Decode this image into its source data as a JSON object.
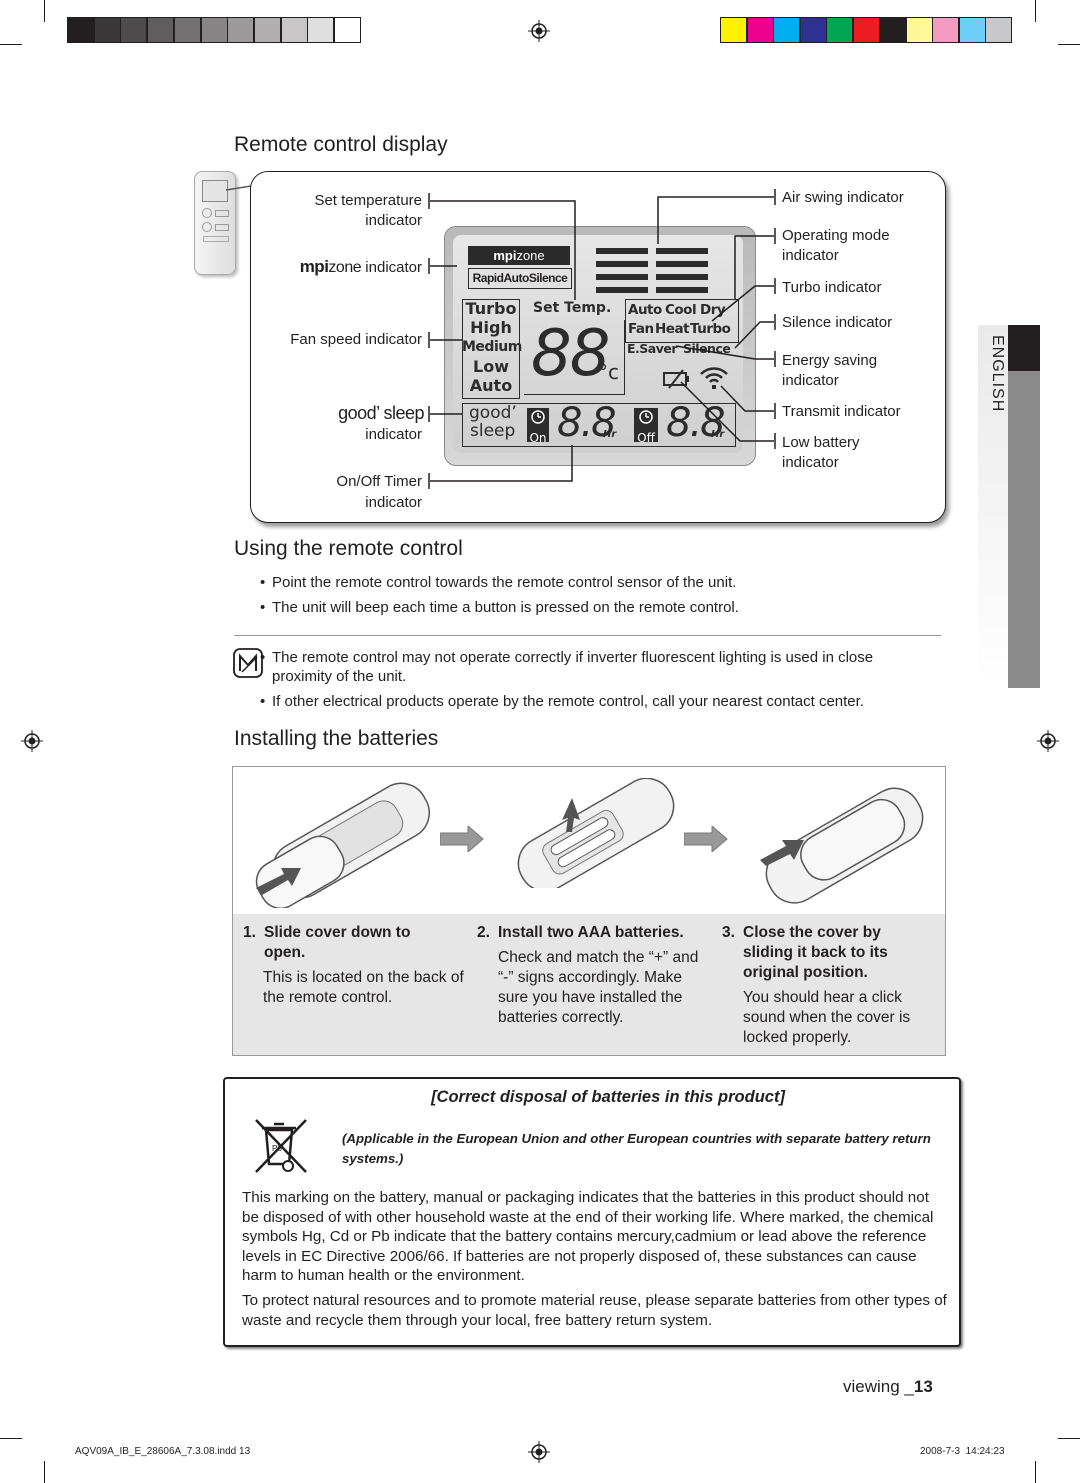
{
  "sections": {
    "display_title": "Remote control display",
    "using_title": "Using the remote control",
    "batteries_title": "Installing the batteries"
  },
  "display_labels": {
    "set_temp": "Set temperature",
    "set_temp_2": "indicator",
    "mpi_brand": "mpi",
    "mpi_zone": "zone",
    "mpi_indicator": "indicator",
    "fan_speed": "Fan speed indicator",
    "good_sleep_logo_1": "good’",
    "good_sleep_logo_2": "sleep",
    "good_sleep_indicator": "indicator",
    "onoff_timer": "On/Off Timer",
    "onoff_timer_2": "indicator",
    "air_swing": "Air swing indicator",
    "operating_mode": "Operating mode",
    "operating_mode_2": "indicator",
    "turbo": "Turbo indicator",
    "silence": "Silence indicator",
    "energy_saving": "Energy saving",
    "energy_saving_2": "indicator",
    "transmit": "Transmit indicator",
    "low_battery": "Low battery",
    "low_battery_2": "indicator"
  },
  "lcd": {
    "mpi": "mpi",
    "zone": "zone",
    "rapid": "Rapid",
    "auto": "Auto",
    "silence": "Silence",
    "fan_speeds": [
      "Turbo",
      "High",
      "Medium",
      "Low",
      "Auto"
    ],
    "set_temp": "Set Temp.",
    "temp_digits": "88",
    "temp_unit": "°c",
    "modes_row1": [
      "Auto",
      "Cool",
      "Dry"
    ],
    "modes_row2": [
      "Fan",
      "Heat",
      "Turbo"
    ],
    "modes_row3": [
      "E.Saver",
      "Silence"
    ],
    "good": "good’",
    "sleep": "sleep",
    "on": "On",
    "off": "Off",
    "timer_digits": "8.8",
    "hr": "Hr"
  },
  "side_tab": "ENGLISH",
  "using_bullets": [
    "Point the remote control towards the remote control sensor of the unit.",
    "The unit will beep each time a button is pressed on the remote control."
  ],
  "note_bullets": [
    "The remote control may not operate correctly if inverter fluorescent lighting is used in close proximity of the unit.",
    "If other electrical products operate by the remote control, call your nearest contact center."
  ],
  "steps": [
    {
      "num": "1.",
      "title": "Slide cover down to open.",
      "body": "This is located on the back of the remote control."
    },
    {
      "num": "2.",
      "title": "Install two AAA batteries.",
      "body": "Check and match the “+” and “-” signs accordingly. Make sure you have installed the batteries correctly."
    },
    {
      "num": "3.",
      "title": "Close the cover by sliding it back to its original position.",
      "body": "You should hear a click sound when the cover is locked properly."
    }
  ],
  "disposal": {
    "title": "[Correct disposal of batteries in this product]",
    "applicable": "(Applicable in the European Union and other European countries with separate battery return systems.)",
    "para1": "This marking on the battery, manual or packaging indicates that the batteries in this product should not be disposed of with other household waste at the end of their working life. Where marked, the chemical symbols Hg, Cd or Pb indicate that the battery contains mercury,cadmium or lead above the reference levels in EC Directive 2006/66. If batteries are not properly disposed of, these substances can cause harm to human health or the environment.",
    "para2": "To protect natural resources and to promote material reuse, please separate batteries from other types of waste and recycle them through your local, free battery return system."
  },
  "footer": {
    "page_label": "viewing _",
    "page_number": "13",
    "file_name": "AQV09A_IB_E_28606A_7.3.08.indd   13",
    "date": "2008-7-3",
    "time": "14:24:23"
  },
  "colors": {
    "gray_bar": [
      "#231f20",
      "#3a3839",
      "#4d4b4c",
      "#5f5d5e",
      "#737172",
      "#878586",
      "#9c9a9b",
      "#b1afb0",
      "#c8c6c7",
      "#e0dfdf",
      "#ffffff"
    ],
    "color_bar": [
      "#fff200",
      "#ec008c",
      "#00aeef",
      "#2e3192",
      "#00a651",
      "#ed1c24",
      "#231f20",
      "#fff799",
      "#f49ac1",
      "#6dcff6",
      "#c7c8ca"
    ]
  }
}
